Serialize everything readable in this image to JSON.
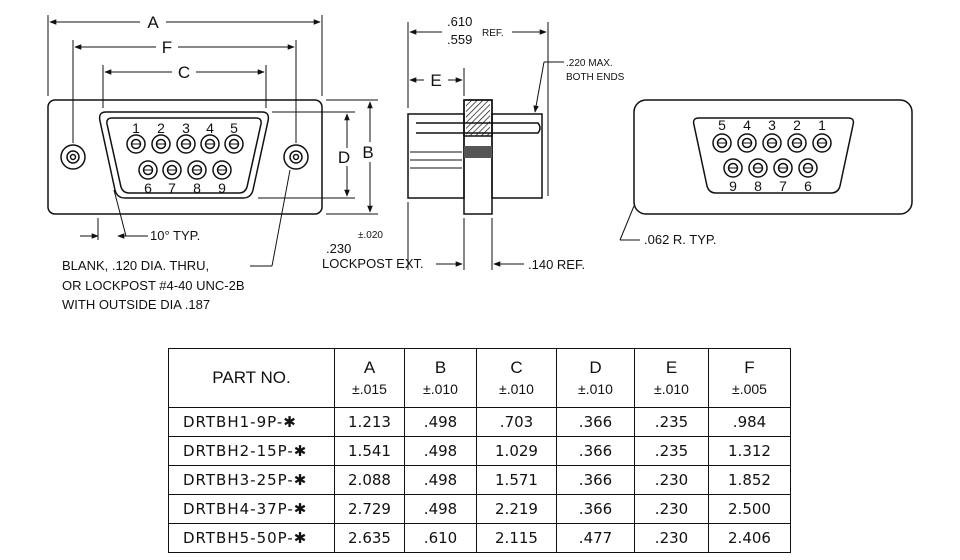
{
  "front_view": {
    "dim_a": "A",
    "dim_f": "F",
    "dim_c": "C",
    "dim_d": "D",
    "dim_b": "B",
    "pins_top": [
      "1",
      "2",
      "3",
      "4",
      "5"
    ],
    "pins_bottom": [
      "6",
      "7",
      "8",
      "9"
    ],
    "angle_note": "10° TYP.",
    "hole_note": [
      "BLANK,   .120 DIA. THRU,",
      "OR  LOCKPOST #4-40 UNC-2B",
      "WITH OUTSIDE DIA .187"
    ]
  },
  "side_view": {
    "overall_top": ".610",
    "overall_bottom": ".559",
    "overall_ref": "REF.",
    "dim_e": "E",
    "max_note": [
      ".220 MAX.",
      "BOTH ENDS"
    ],
    "tol": "±.020",
    "lockpost_value": ".230",
    "lockpost_label": "LOCKPOST EXT.",
    "ref_140": ".140 REF."
  },
  "rear_view": {
    "pins_top": [
      "5",
      "4",
      "3",
      "2",
      "1"
    ],
    "pins_bottom": [
      "9",
      "8",
      "7",
      "6"
    ],
    "radius_note": ".062 R. TYP."
  },
  "table": {
    "header_part": "PART NO.",
    "columns": [
      {
        "name": "A",
        "tol": "±.015"
      },
      {
        "name": "B",
        "tol": "±.010"
      },
      {
        "name": "C",
        "tol": "±.010"
      },
      {
        "name": "D",
        "tol": "±.010"
      },
      {
        "name": "E",
        "tol": "±.010"
      },
      {
        "name": "F",
        "tol": "±.005"
      }
    ],
    "rows": [
      {
        "part": "DRTBH1-9P-✱",
        "values": [
          "1.213",
          ".498",
          ".703",
          ".366",
          ".235",
          ".984"
        ]
      },
      {
        "part": "DRTBH2-15P-✱",
        "values": [
          "1.541",
          ".498",
          "1.029",
          ".366",
          ".235",
          "1.312"
        ]
      },
      {
        "part": "DRTBH3-25P-✱",
        "values": [
          "2.088",
          ".498",
          "1.571",
          ".366",
          ".230",
          "1.852"
        ]
      },
      {
        "part": "DRTBH4-37P-✱",
        "values": [
          "2.729",
          ".498",
          "2.219",
          ".366",
          ".230",
          "2.500"
        ]
      },
      {
        "part": "DRTBH5-50P-✱",
        "values": [
          "2.635",
          ".610",
          "2.115",
          ".477",
          ".230",
          "2.406"
        ]
      }
    ]
  }
}
